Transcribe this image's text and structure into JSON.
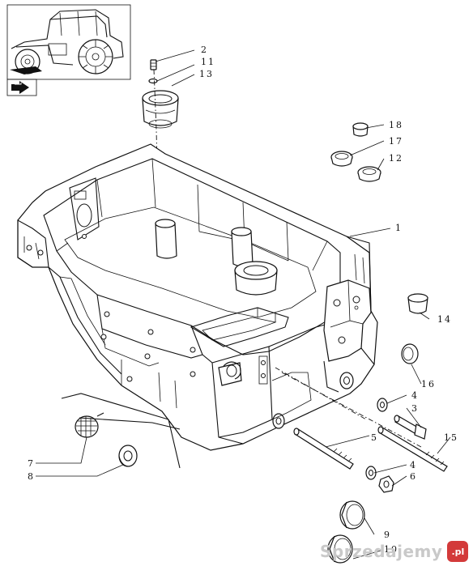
{
  "callouts": [
    {
      "id": "2",
      "label": "2"
    },
    {
      "id": "11",
      "label": "11"
    },
    {
      "id": "13",
      "label": "13"
    },
    {
      "id": "18",
      "label": "18"
    },
    {
      "id": "17",
      "label": "17"
    },
    {
      "id": "12",
      "label": "12"
    },
    {
      "id": "1",
      "label": "1"
    },
    {
      "id": "14",
      "label": "14"
    },
    {
      "id": "16",
      "label": "16"
    },
    {
      "id": "4a",
      "label": "4"
    },
    {
      "id": "3",
      "label": "3"
    },
    {
      "id": "5",
      "label": "5"
    },
    {
      "id": "15",
      "label": "15"
    },
    {
      "id": "4b",
      "label": "4"
    },
    {
      "id": "6",
      "label": "6"
    },
    {
      "id": "7",
      "label": "7"
    },
    {
      "id": "8",
      "label": "8"
    },
    {
      "id": "9",
      "label": "9"
    },
    {
      "id": "10",
      "label": "10"
    }
  ],
  "watermark": {
    "text": "Sprzedajemy",
    "badge": ".pl"
  },
  "icons": {
    "thumbnail": "tractor-thumbnail-icon",
    "nav": "page-arrow-icon"
  }
}
